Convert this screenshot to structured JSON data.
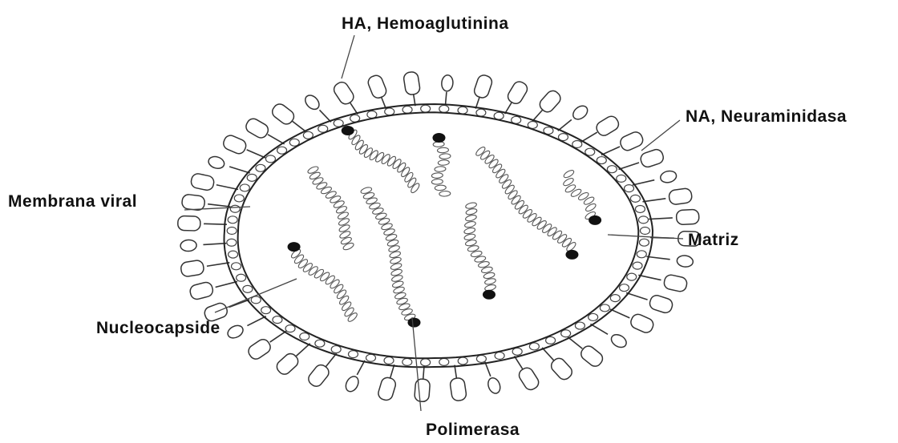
{
  "labels": {
    "hemagglutinin": "HA, Hemoaglutinina",
    "neuraminidase": "NA, Neuraminidasa",
    "membrane": "Membrana viral",
    "matrix": "Matriz",
    "nucleocapsid": "Nucleocapside",
    "polymerase": "Polimerasa"
  }
}
